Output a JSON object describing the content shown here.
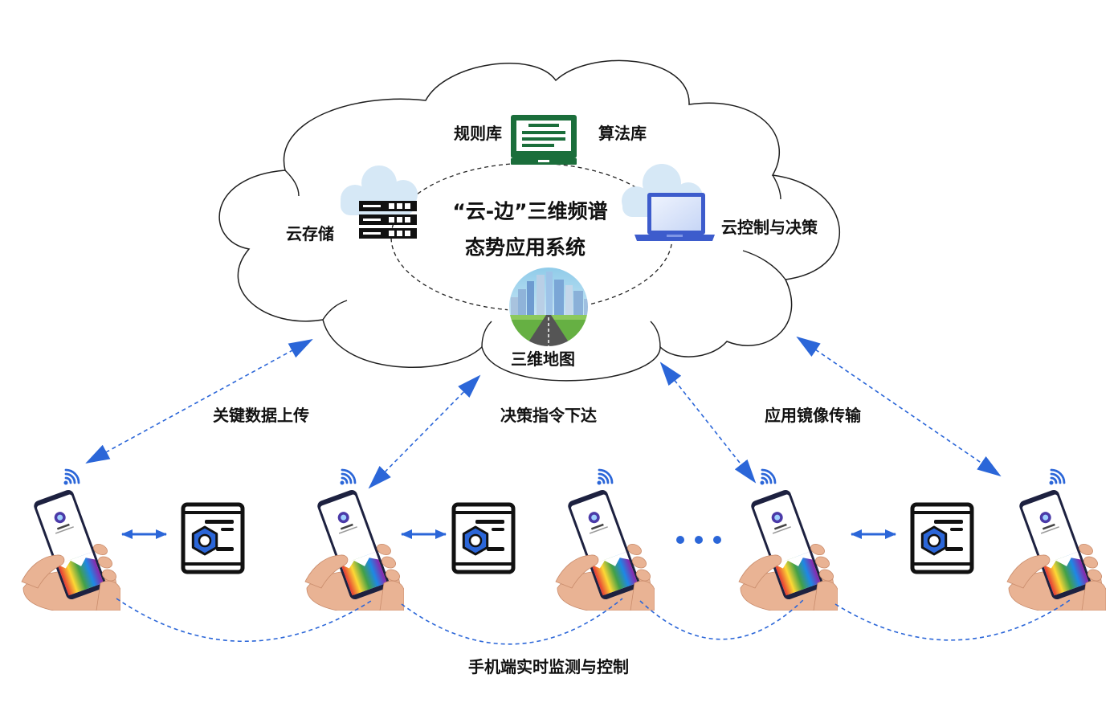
{
  "diagram": {
    "cloud": {
      "system_title_line1": "“云-边”三维频谱",
      "system_title_line2": "态势应用系统",
      "rule_library_label": "规则库",
      "algorithm_library_label": "算法库",
      "cloud_storage_label": "云存储",
      "cloud_control_label": "云控制与决策",
      "map_3d_label": "三维地图"
    },
    "links": {
      "upload_label": "关键数据上传",
      "command_label": "决策指令下达",
      "image_transfer_label": "应用镜像传输"
    },
    "edge": {
      "mobile_monitoring_label": "手机端实时监测与控制"
    }
  },
  "icons": {
    "rule_library": "monitor-icon",
    "cloud_storage": "server-rack-icon",
    "cloud_control": "laptop-icon",
    "map_3d": "city-map-icon",
    "terminal": "phone-in-hand-icon",
    "signal": "wifi-icon",
    "edge_node": "edge-device-icon",
    "more": "ellipsis-icon"
  },
  "colors": {
    "link_blue": "#2b66d8",
    "monitor_green": "#1b6e3b",
    "laptop_blue": "#3d5ccc",
    "cloud_tint": "#d6e8f6",
    "outline": "#1f1f1f"
  }
}
